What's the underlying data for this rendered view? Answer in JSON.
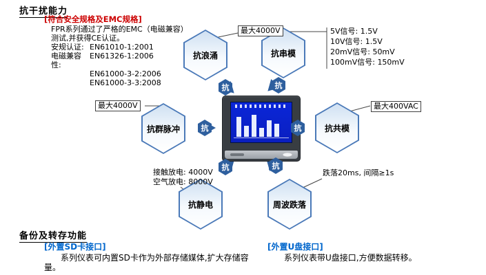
{
  "colors": {
    "heading_red": "#cc0000",
    "heading_blue": "#0066cc",
    "hex_border": "#4a79b8",
    "badge_blue": "#2e5f9e",
    "screen_blue": "#0a1fc0"
  },
  "header": {
    "title": "抗干扰能力"
  },
  "compliance": {
    "heading": "[符合安全规格及EMC规格]",
    "intro": "FPR系列通过了严格的EMC（电磁兼容）测试,并获得CE认证。",
    "certs": [
      {
        "label": "安规认证:",
        "value": "EN61010-1:2001"
      },
      {
        "label": "电磁兼容性:",
        "value": "EN61326-1:2006"
      },
      {
        "label": "",
        "value": "EN61000-3-2:2006"
      },
      {
        "label": "",
        "value": "EN61000-3-3:2008"
      }
    ]
  },
  "badge_label": "抗",
  "hexagons": [
    {
      "id": "surge",
      "label": "抗浪涌"
    },
    {
      "id": "series-mode",
      "label": "抗串模"
    },
    {
      "id": "burst",
      "label": "抗群脉冲"
    },
    {
      "id": "common-mode",
      "label": "抗共模"
    },
    {
      "id": "esd",
      "label": "抗静电"
    },
    {
      "id": "power-dip",
      "label": "周波跌落"
    }
  ],
  "callouts": {
    "surge": "最大4000V",
    "series_mode": [
      "5V信号: 1.5V",
      "10V信号: 1.5V",
      "20mV信号: 50mV",
      "100mV信号: 150mV"
    ],
    "burst": "最大4000V",
    "common_mode": "最大400VAC",
    "esd": [
      "接触放电: 4000V",
      "空气放电: 8000V"
    ],
    "power_dip": "跌落20ms, 间隔≥1s"
  },
  "device": {
    "screen_bars": [
      76,
      42,
      84,
      34,
      62,
      50
    ]
  },
  "backup": {
    "title": "备份及转存功能",
    "sd": {
      "heading": "[外置SD卡接口]",
      "text": "系列仪表可内置SD卡作为外部存储媒体,扩大存储容量。"
    },
    "usb": {
      "heading": "[外置U盘接口]",
      "text": "系列仪表带U盘接口,方便数据转移。"
    }
  }
}
